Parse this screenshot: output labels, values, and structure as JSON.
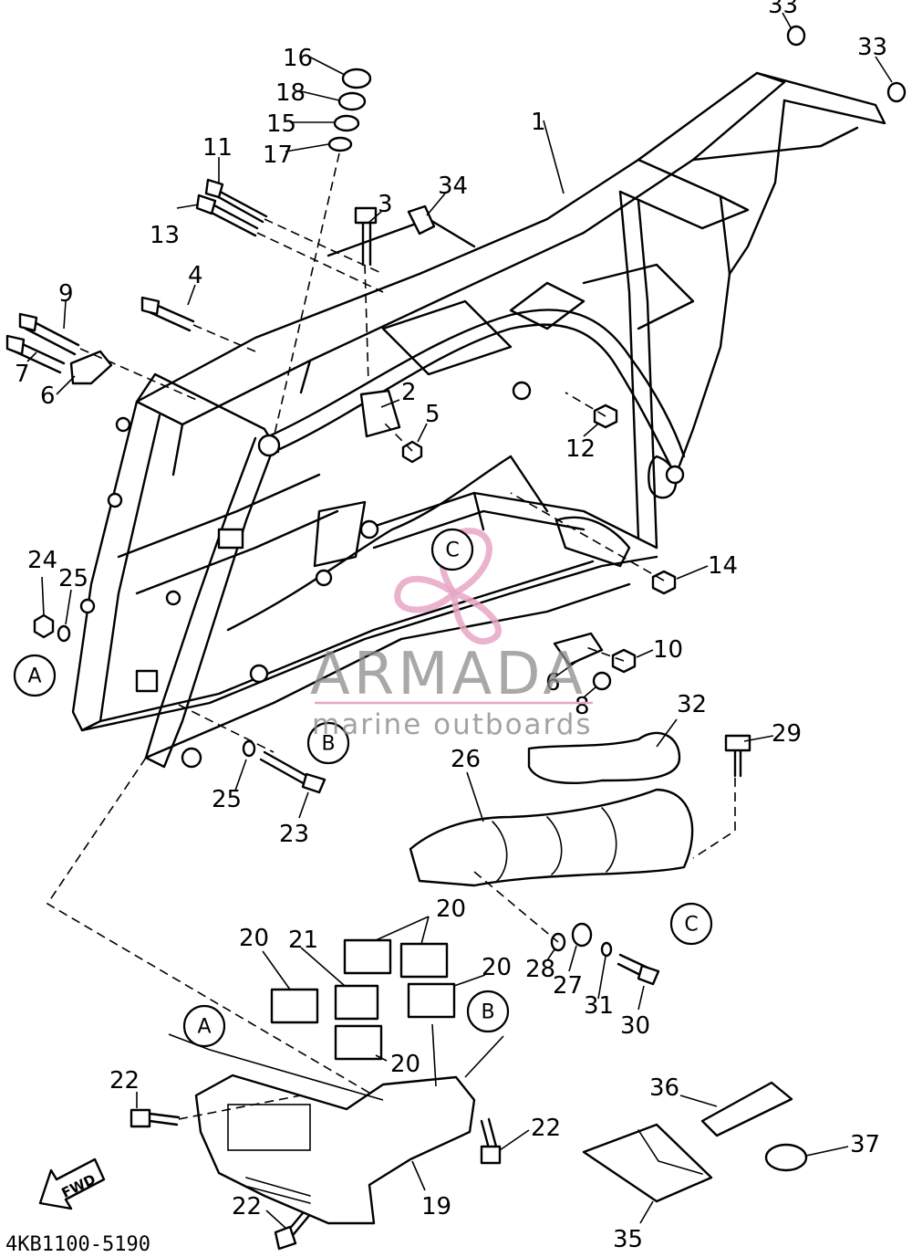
{
  "diagram": {
    "part_numbers": [
      "1",
      "2",
      "3",
      "4",
      "5",
      "6",
      "6",
      "7",
      "8",
      "9",
      "10",
      "11",
      "12",
      "13",
      "14",
      "15",
      "16",
      "17",
      "18",
      "19",
      "20",
      "20",
      "20",
      "20",
      "21",
      "22",
      "22",
      "22",
      "23",
      "24",
      "25",
      "25",
      "26",
      "27",
      "28",
      "29",
      "30",
      "31",
      "32",
      "33",
      "33",
      "34",
      "35",
      "36",
      "37"
    ],
    "reference_marks": [
      "A",
      "A",
      "B",
      "B",
      "C",
      "C"
    ],
    "direction_label": "FWD",
    "drawing_code": "4KB1100-5190"
  },
  "watermark": {
    "brand": "ARMADA",
    "tagline": "marine outboards"
  }
}
